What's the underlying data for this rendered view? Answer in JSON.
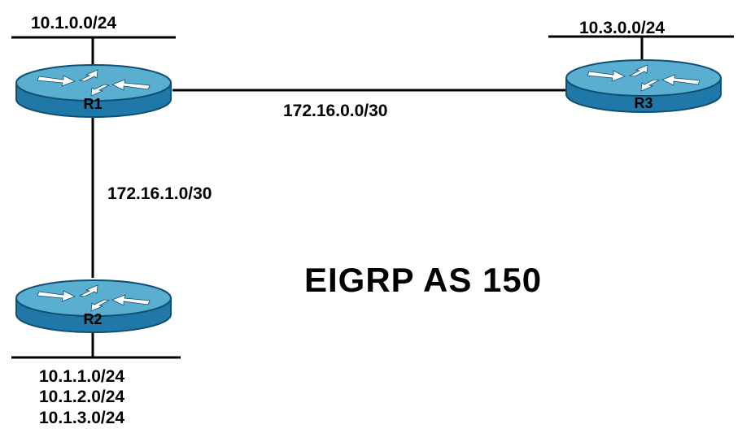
{
  "title": "EIGRP AS 150",
  "colors": {
    "router_top": "#5aaed0",
    "router_side": "#1f78a8",
    "router_edge": "#0f4f72",
    "arrow": "#ffffff",
    "link": "#000000"
  },
  "routers": {
    "r1": {
      "name": "R1",
      "icon": "router-icon"
    },
    "r2": {
      "name": "R2",
      "icon": "router-icon"
    },
    "r3": {
      "name": "R3",
      "icon": "router-icon"
    }
  },
  "networks": {
    "r1_lan": "10.1.0.0/24",
    "r3_lan": "10.3.0.0/24",
    "r1_r3_link": "172.16.0.0/30",
    "r1_r2_link": "172.16.1.0/30",
    "r2_lans": [
      "10.1.1.0/24",
      "10.1.2.0/24",
      "10.1.3.0/24"
    ]
  }
}
